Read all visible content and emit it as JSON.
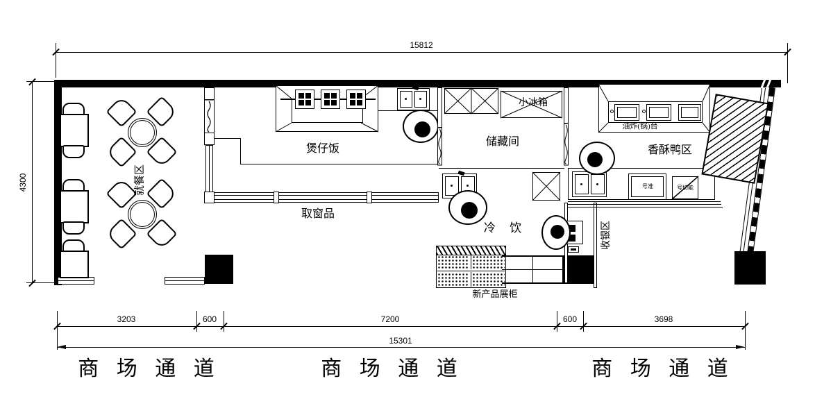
{
  "drawing": {
    "type": "restaurant floor plan (CAD)"
  },
  "dimensions": {
    "top_total": "15812",
    "left_total": "4300",
    "bottom_total": "15301",
    "bottom_segments": [
      "3203",
      "600",
      "7200",
      "600",
      "3698"
    ]
  },
  "areas": {
    "dining": "就餐区",
    "claypot_rice": "煲仔饭",
    "pickup_window": "取窗品",
    "storage": "储藏间",
    "mini_fridge": "小冰箱",
    "cold_drinks": "冷 饮",
    "fryer_station": "油炸(锅)台",
    "crispy_duck": "香酥鸭区",
    "cashier": "收银区",
    "new_display": "新产品展柜",
    "equip_label_1": "号准",
    "equip_label_2": "号切能"
  },
  "passage": {
    "labels": [
      "商 场 通 道",
      "商 场 通 道",
      "商 场 通 道"
    ]
  }
}
